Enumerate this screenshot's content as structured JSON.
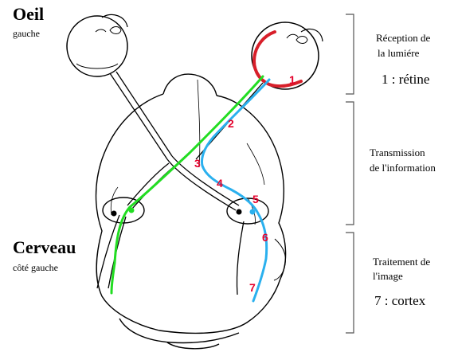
{
  "labels": {
    "eye_title": "Oeil",
    "eye_sub": "gauche",
    "brain_title": "Cerveau",
    "brain_sub": "côté gauche"
  },
  "stages": [
    {
      "line1": "Réception de",
      "line2": "la lumiére",
      "detail": "1 : rétine"
    },
    {
      "line1": "Transmission",
      "line2": "de l'information",
      "detail": ""
    },
    {
      "line1": "Traitement de",
      "line2": "l'image",
      "detail": "7 : cortex"
    }
  ],
  "markers": [
    "1",
    "2",
    "3",
    "4",
    "5",
    "6",
    "7"
  ],
  "colors": {
    "retina": "#d81f2a",
    "green_path": "#22dd22",
    "blue_path": "#2ab0ee",
    "number": "#e4002b",
    "outline": "#000000"
  }
}
